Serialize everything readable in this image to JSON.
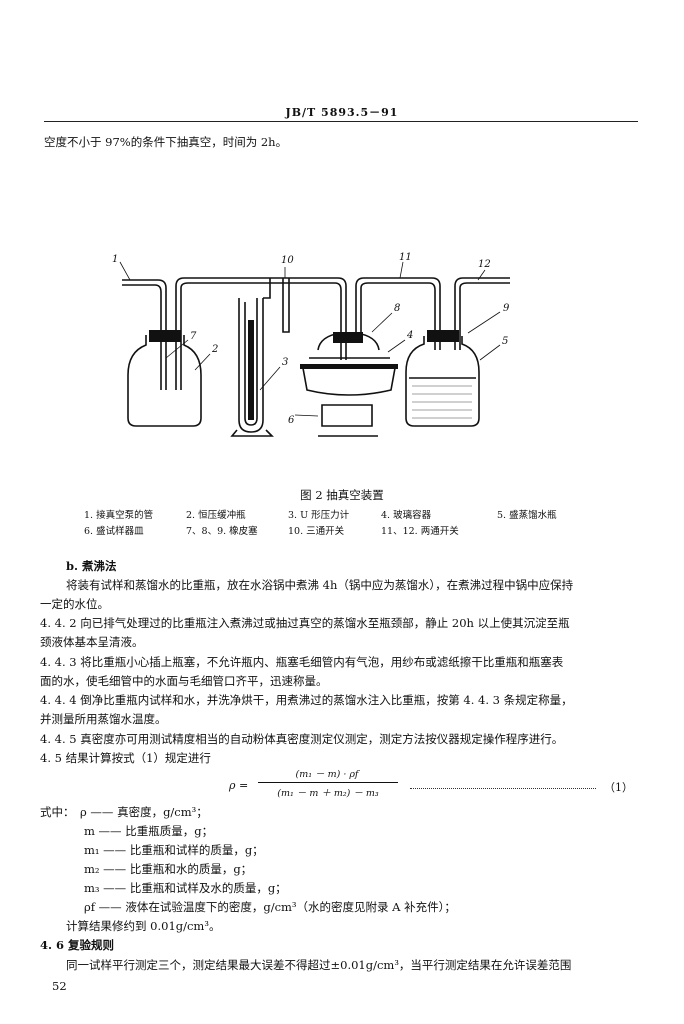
{
  "header": {
    "standard_no": "JB/T 5893.5－91"
  },
  "intro_line": "空度不小于 97%的条件下抽真空，时间为 2h。",
  "figure": {
    "labels": [
      "1",
      "2",
      "3",
      "4",
      "5",
      "6",
      "7",
      "8",
      "9",
      "10",
      "11",
      "12"
    ],
    "caption": "图 2   抽真空装置",
    "legend": [
      "1. 接真空泵的管",
      "2. 恒压缓冲瓶",
      "3. U 形压力计",
      "4. 玻璃容器",
      "5. 盛蒸馏水瓶",
      "6. 盛试样器皿",
      "7、8、9. 橡皮塞",
      "10. 三通开关",
      "11、12. 两通开关"
    ]
  },
  "sections": {
    "b_title": "b.   煮沸法",
    "b_text_1": "将装有试样和蒸馏水的比重瓶，放在水浴锅中煮沸 4h（锅中应为蒸馏水），在煮沸过程中锅中应保持",
    "b_text_2": "一定的水位。",
    "s442_1": "4. 4. 2   向已排气处理过的比重瓶注入煮沸过或抽过真空的蒸馏水至瓶颈部，静止 20h 以上使其沉淀至瓶",
    "s442_2": "颈液体基本呈清液。",
    "s443_1": "4. 4. 3   将比重瓶小心插上瓶塞，不允许瓶内、瓶塞毛细管内有气泡，用纱布或滤纸擦干比重瓶和瓶塞表",
    "s443_2": "面的水，使毛细管中的水面与毛细管口齐平，迅速称量。",
    "s444_1": "4. 4. 4   倒净比重瓶内试样和水，并洗净烘干，用煮沸过的蒸馏水注入比重瓶，按第 4. 4. 3 条规定称量，",
    "s444_2": "并测量所用蒸馏水温度。",
    "s445": "4. 4. 5   真密度亦可用测试精度相当的自动粉体真密度测定仪测定，测定方法按仪器规定操作程序进行。",
    "s45": "4. 5   结果计算按式（1）规定进行",
    "formula": {
      "lhs": "ρ =",
      "numerator": "(m₁ － m) · ρf",
      "denominator": "(m₁ － m ＋ m₂) － m₃",
      "number": "（1）"
    },
    "where_label": "式中：",
    "defs": [
      "ρ —— 真密度，g/cm³；",
      "m —— 比重瓶质量，g；",
      "m₁ —— 比重瓶和试样的质量，g；",
      "m₂ —— 比重瓶和水的质量，g；",
      "m₃ —— 比重瓶和试样及水的质量，g；",
      "ρf —— 液体在试验温度下的密度，g/cm³（水的密度见附录 A 补充件）；"
    ],
    "precision": "计算结果修约到 0.01g/cm³。",
    "s46_title": "4. 6   复验规则",
    "s46_text": "同一试样平行测定三个，测定结果最大误差不得超过±0.01g/cm³，当平行测定结果在允许误差范围"
  },
  "footer": {
    "page_number": "52"
  }
}
